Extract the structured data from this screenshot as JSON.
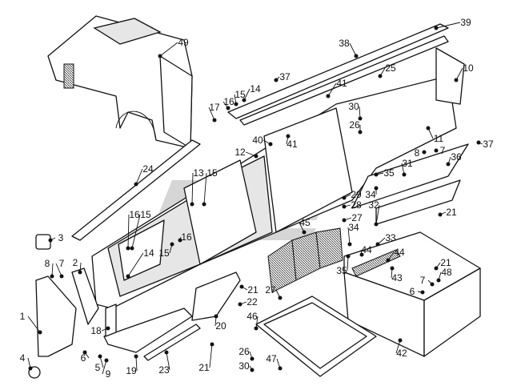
{
  "diagram": {
    "type": "exploded-parts-drawing",
    "callouts": [
      "49",
      "39",
      "38",
      "25",
      "10",
      "37",
      "41",
      "14",
      "15",
      "16",
      "17",
      "30",
      "26",
      "11",
      "40",
      "41",
      "12",
      "37",
      "8",
      "7",
      "36",
      "24",
      "13",
      "15",
      "35",
      "31",
      "29",
      "34",
      "28",
      "32",
      "27",
      "21",
      "16",
      "15",
      "45",
      "3",
      "16",
      "14",
      "15",
      "33",
      "34",
      "44",
      "44",
      "21",
      "8",
      "7",
      "2",
      "35",
      "43",
      "48",
      "7",
      "6",
      "21",
      "22",
      "1",
      "27",
      "20",
      "18",
      "46",
      "42",
      "4",
      "6",
      "5",
      "9",
      "19",
      "23",
      "21",
      "26",
      "47",
      "30"
    ],
    "colors": {
      "line": "#111111",
      "watermark": "#c8c8c8",
      "background": "#ffffff"
    }
  }
}
